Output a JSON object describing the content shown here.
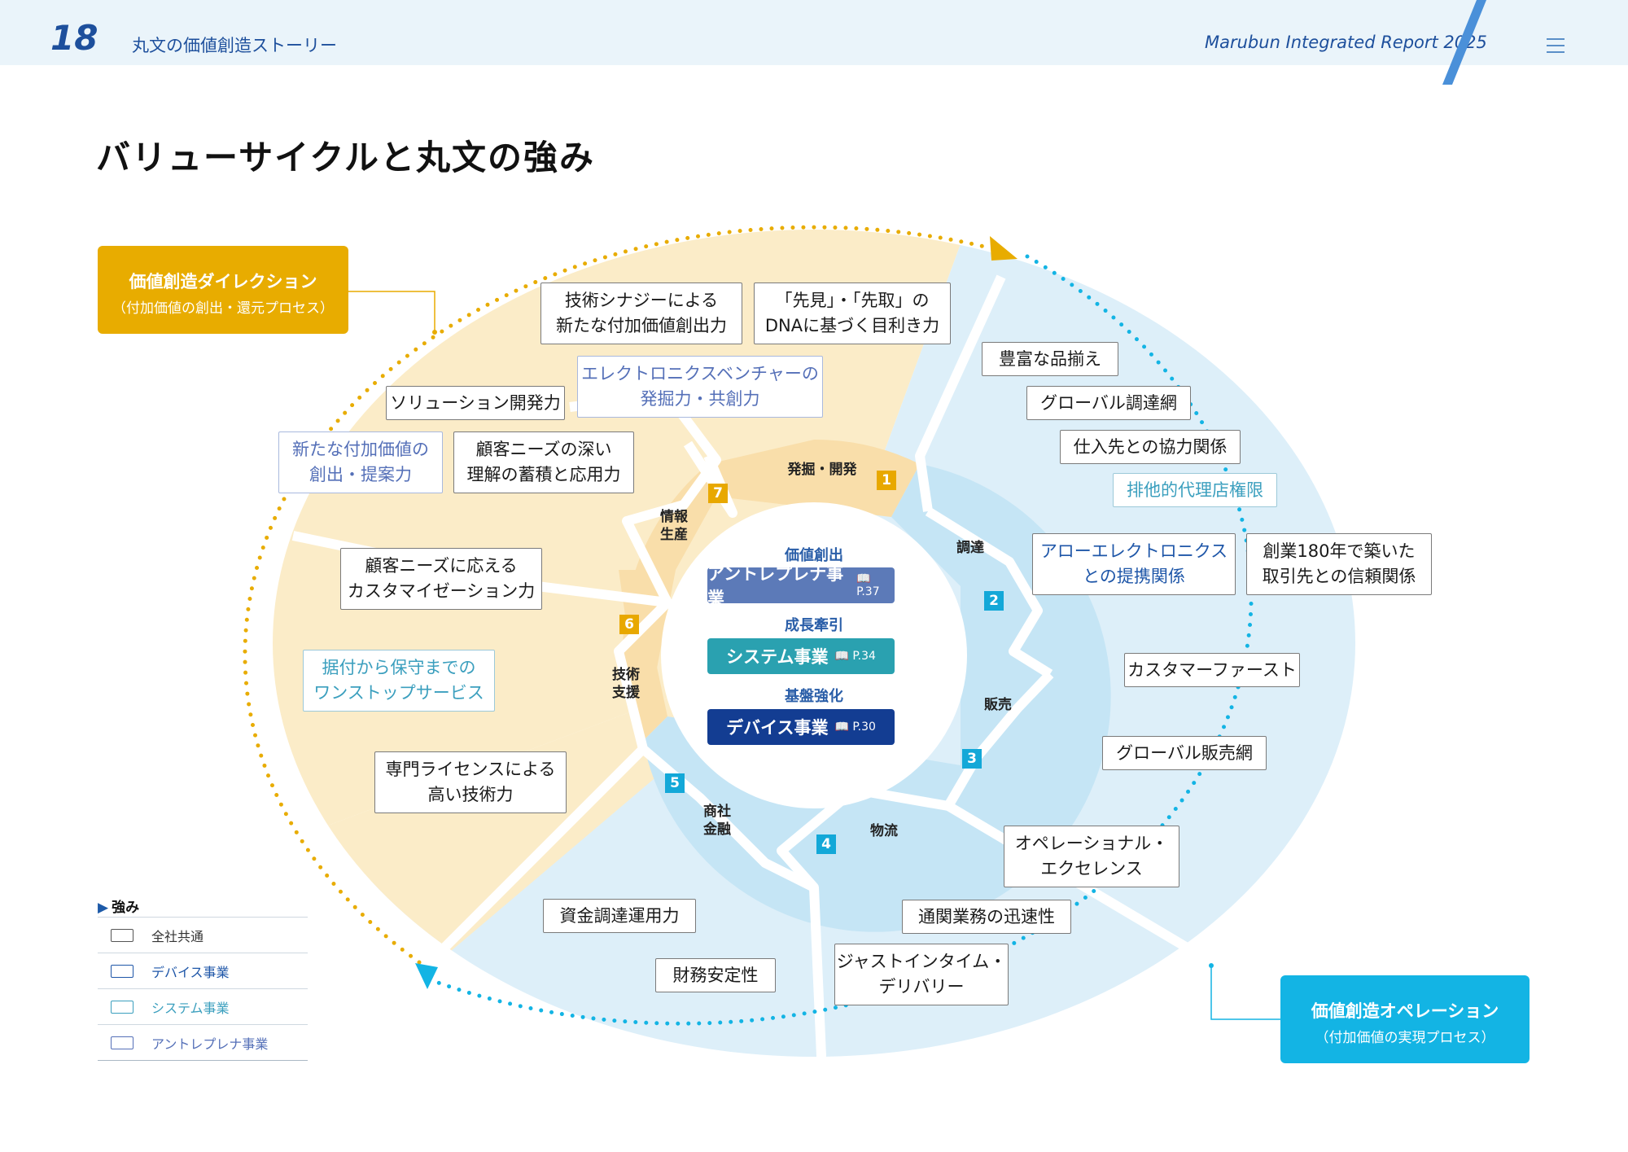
{
  "header": {
    "page_number": "18",
    "breadcrumb": "丸文の価値創造ストーリー",
    "report_title": "Marubun Integrated Report 2025",
    "menu_icon": "hamburger-menu-icon"
  },
  "title": "バリューサイクルと丸文の強み",
  "direction": {
    "title": "価値創造ダイレクション",
    "subtitle": "（付加価値の創出・還元プロセス）"
  },
  "operation": {
    "title": "価値創造オペレーション",
    "subtitle": "（付加価値の実現プロセス）"
  },
  "segments": [
    {
      "num": "1",
      "label": "発掘・開発"
    },
    {
      "num": "2",
      "label": "調達"
    },
    {
      "num": "3",
      "label": "販売"
    },
    {
      "num": "4",
      "label": "物流"
    },
    {
      "num": "5",
      "label": "商社\n金融"
    },
    {
      "num": "6",
      "label": "技術\n支援"
    },
    {
      "num": "7",
      "label": "情報\n生産"
    }
  ],
  "center": {
    "growth_label": "価値創出",
    "entrepreneur": {
      "name": "アントレプレナ事業",
      "ref": "P.37"
    },
    "traction_label": "成長牽引",
    "system": {
      "name": "システム事業",
      "ref": "P.34"
    },
    "foundation_label": "基盤強化",
    "device": {
      "name": "デバイス事業",
      "ref": "P.30"
    }
  },
  "strengths": [
    {
      "text": "技術シナジーによる\n新たな付加価値創出力",
      "type": "common"
    },
    {
      "text": "「先見」・「先取」の\nDNAに基づく目利き力",
      "type": "common"
    },
    {
      "text": "エレクトロニクスベンチャーの\n発掘力・共創力",
      "type": "entrepreneur"
    },
    {
      "text": "ソリューション開発力",
      "type": "common"
    },
    {
      "text": "新たな付加価値の\n創出・提案力",
      "type": "entrepreneur"
    },
    {
      "text": "顧客ニーズの深い\n理解の蓄積と応用力",
      "type": "common"
    },
    {
      "text": "顧客ニーズに応える\nカスタマイゼーション力",
      "type": "common"
    },
    {
      "text": "据付から保守までの\nワンストップサービス",
      "type": "system"
    },
    {
      "text": "専門ライセンスによる\n高い技術力",
      "type": "common"
    },
    {
      "text": "豊富な品揃え",
      "type": "common"
    },
    {
      "text": "グローバル調達網",
      "type": "common"
    },
    {
      "text": "仕入先との協力関係",
      "type": "common"
    },
    {
      "text": "排他的代理店権限",
      "type": "system"
    },
    {
      "text": "アローエレクトロニクス\nとの提携関係",
      "type": "device"
    },
    {
      "text": "創業180年で築いた\n取引先との信頼関係",
      "type": "common"
    },
    {
      "text": "カスタマーファースト",
      "type": "common"
    },
    {
      "text": "グローバル販売網",
      "type": "common"
    },
    {
      "text": "オペレーショナル・\nエクセレンス",
      "type": "common"
    },
    {
      "text": "通関業務の迅速性",
      "type": "common"
    },
    {
      "text": "ジャストインタイム・\nデリバリー",
      "type": "common"
    },
    {
      "text": "資金調達運用力",
      "type": "common"
    },
    {
      "text": "財務安定性",
      "type": "common"
    }
  ],
  "legend": {
    "title": "強み",
    "items": [
      {
        "label": "全社共通",
        "color": "#333333"
      },
      {
        "label": "デバイス事業",
        "color": "#1e56a8"
      },
      {
        "label": "システム事業",
        "color": "#3b9fbe"
      },
      {
        "label": "アントレプレナ事業",
        "color": "#5570b8"
      }
    ]
  },
  "colors": {
    "direction": "#e8ac00",
    "operation": "#13b4e4",
    "outer_yellow": "#fbecc8",
    "outer_blue": "#ddeff9",
    "inner_yellow": "#f9deaa",
    "inner_blue": "#c5e5f5",
    "entrepreneur": "#5c7ab8",
    "system": "#2aa1b0",
    "device": "#133d92"
  }
}
